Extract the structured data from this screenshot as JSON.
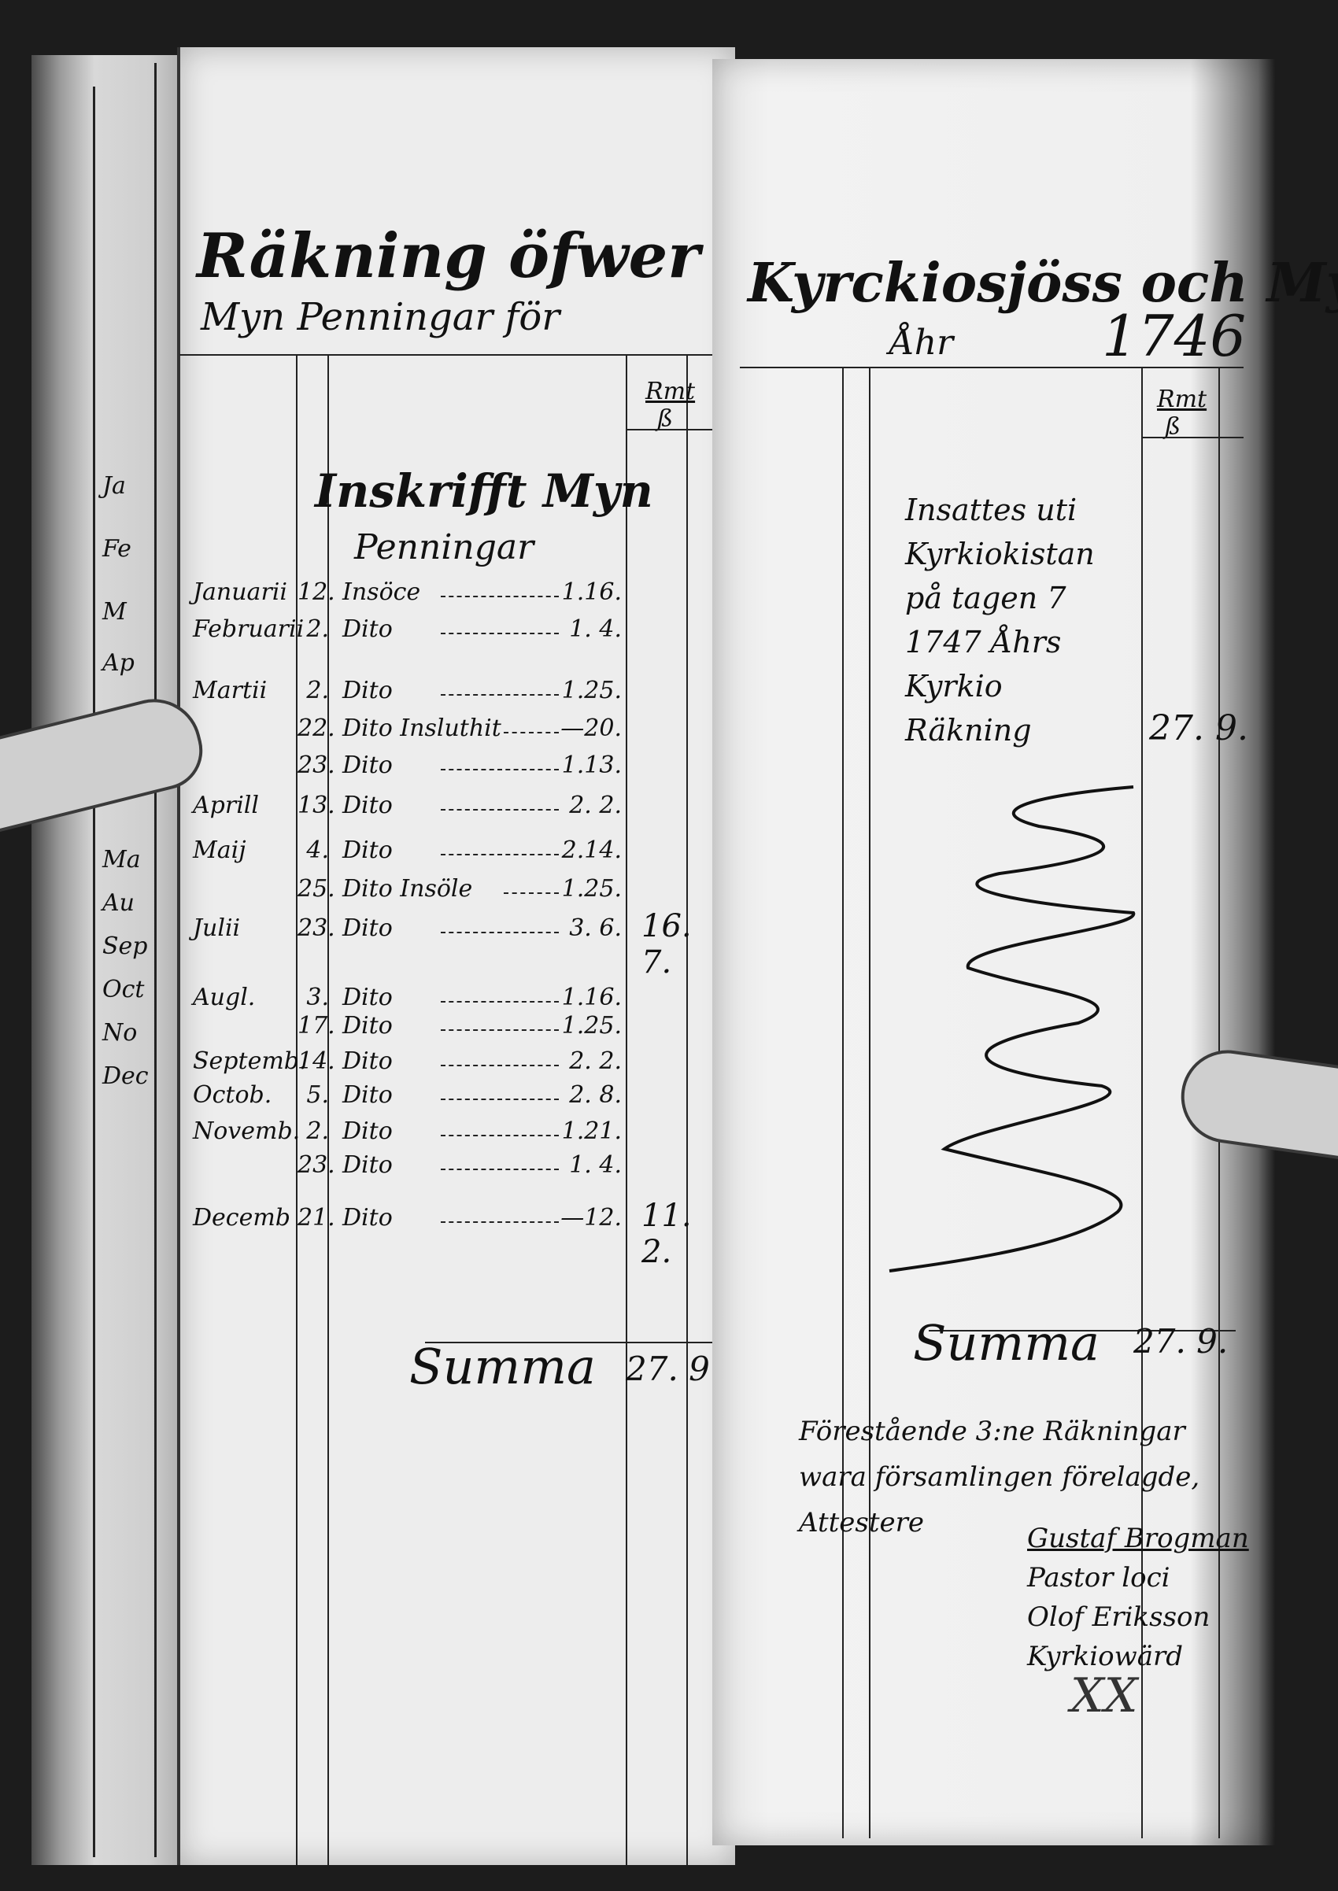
{
  "left_page": {
    "title_line1": "Räkning öfwer Kyrkio",
    "title_line2": "Myn Penningar för",
    "currency_header": {
      "major": "Rmt",
      "minor": "ß"
    },
    "section_heading_line1": "Inskrifft Myn",
    "section_heading_line2": "Penningar",
    "entries": [
      {
        "month": "Januarii",
        "day": "12.",
        "desc": "Insöce",
        "amount": "1.16."
      },
      {
        "month": "Februarii",
        "day": "2.",
        "desc": "Dito",
        "amount": "1. 4."
      },
      {
        "month": "Martii",
        "day": "2.",
        "desc": "Dito",
        "amount": "1.25."
      },
      {
        "month": "",
        "day": "22.",
        "desc": "Dito Insluthit",
        "amount": "—20."
      },
      {
        "month": "",
        "day": "23.",
        "desc": "Dito",
        "amount": "1.13."
      },
      {
        "month": "Aprill",
        "day": "13.",
        "desc": "Dito",
        "amount": "2. 2."
      },
      {
        "month": "Maij",
        "day": "4.",
        "desc": "Dito",
        "amount": "2.14."
      },
      {
        "month": "",
        "day": "25.",
        "desc": "Dito Insöle",
        "amount": "1.25."
      },
      {
        "month": "Julii",
        "day": "23.",
        "desc": "Dito",
        "amount": "3. 6.",
        "subtotal": "16. 7."
      },
      {
        "month": "Augl.",
        "day": "3.",
        "desc": "Dito",
        "amount": "1.16."
      },
      {
        "month": "",
        "day": "17.",
        "desc": "Dito",
        "amount": "1.25."
      },
      {
        "month": "Septemb.",
        "day": "14.",
        "desc": "Dito",
        "amount": "2. 2."
      },
      {
        "month": "Octob.",
        "day": "5.",
        "desc": "Dito",
        "amount": "2. 8."
      },
      {
        "month": "Novemb.",
        "day": "2.",
        "desc": "Dito",
        "amount": "1.21."
      },
      {
        "month": "",
        "day": "23.",
        "desc": "Dito",
        "amount": "1. 4."
      },
      {
        "month": "Decemb",
        "day": "21.",
        "desc": "Dito",
        "amount": "—12.",
        "subtotal": "11. 2."
      }
    ],
    "summa_label": "Summa",
    "summa_value": "27. 9."
  },
  "right_page": {
    "title_line1": "Kyrckiosjöss och Myn",
    "title_line2": "Åhr",
    "year": "1746",
    "currency_header": {
      "major": "Rmt",
      "minor": "ß"
    },
    "entry_lines": [
      "Insattes uti",
      "Kyrkiokistan",
      "på tagen 7",
      "1747 Åhrs",
      "Kyrkio",
      "Räkning"
    ],
    "entry_amount": "27. 9.",
    "summa_label": "Summa",
    "summa_value": "27. 9.",
    "note_lines": [
      "Förestående 3:ne Räkningar",
      "wara församlingen förelagde,",
      "Attestere"
    ],
    "signatures": [
      "Gustaf Brogman",
      "Pastor loci",
      "Olof Eriksson",
      "Kyrkiowärd"
    ],
    "mark": "XX"
  },
  "margin_stack": [
    "Ja",
    "Fe",
    "M",
    "Ap",
    "Ma",
    "Au",
    "Sep",
    "Oct",
    "No",
    "Dec"
  ]
}
